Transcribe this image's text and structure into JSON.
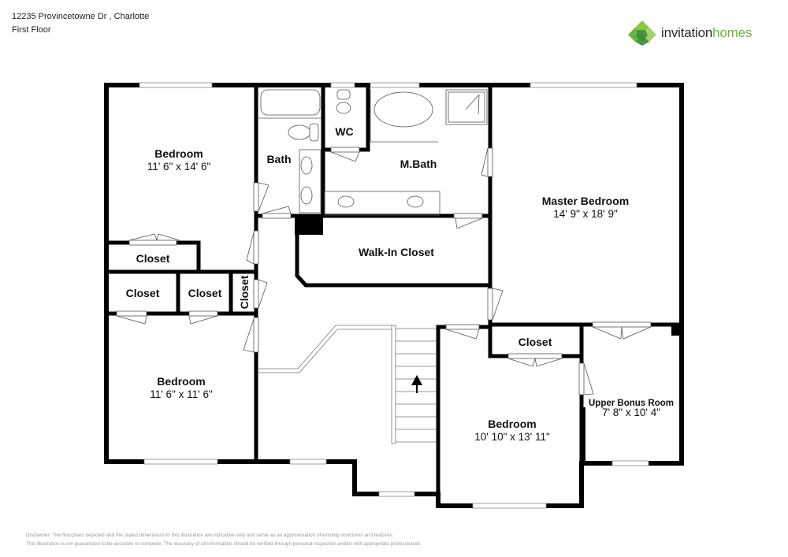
{
  "header": {
    "address": "12235 Provincetowne Dr , Charlotte",
    "floor": "First Floor"
  },
  "brand": {
    "name_part1": "invitation",
    "name_part2": "homes",
    "logo_icon": "green-diamond-logo-icon",
    "colors": {
      "light_green": "#8cc63f",
      "dark_green": "#3a8a3a",
      "mid_green": "#6cb33f",
      "text_dark": "#2b2b2b"
    }
  },
  "rooms": {
    "bedroom_nw": {
      "label": "Bedroom",
      "dims": "11' 6\" x 14' 6\""
    },
    "bath": {
      "label": "Bath"
    },
    "wc": {
      "label": "WC"
    },
    "mbath": {
      "label": "M.Bath"
    },
    "master": {
      "label": "Master Bedroom",
      "dims": "14' 9\" x 18' 9\""
    },
    "closet_1": {
      "label": "Closet"
    },
    "closet_2": {
      "label": "Closet"
    },
    "closet_3": {
      "label": "Closet"
    },
    "closet_4": {
      "label": "Closet"
    },
    "walkin": {
      "label": "Walk-In Closet"
    },
    "bedroom_sw": {
      "label": "Bedroom",
      "dims": "11' 6\" x 11' 6\""
    },
    "bedroom_s": {
      "label": "Bedroom",
      "dims": "10' 10\" x 13' 11\""
    },
    "closet_5": {
      "label": "Closet"
    },
    "bonus": {
      "label": "Upper Bonus Room",
      "dims": "7' 8\" x 10' 4\""
    }
  },
  "disclaimer": {
    "line1": "Disclaimer: The floorplans depicted and the stated dimensions in this illustration are indicative only and serve as an approximation of existing structures and features.",
    "line2": "This illustration is not guaranteed to be accurate or complete. The accuracy of all information should be verified through personal inspection and/or with appropriate professionals."
  }
}
